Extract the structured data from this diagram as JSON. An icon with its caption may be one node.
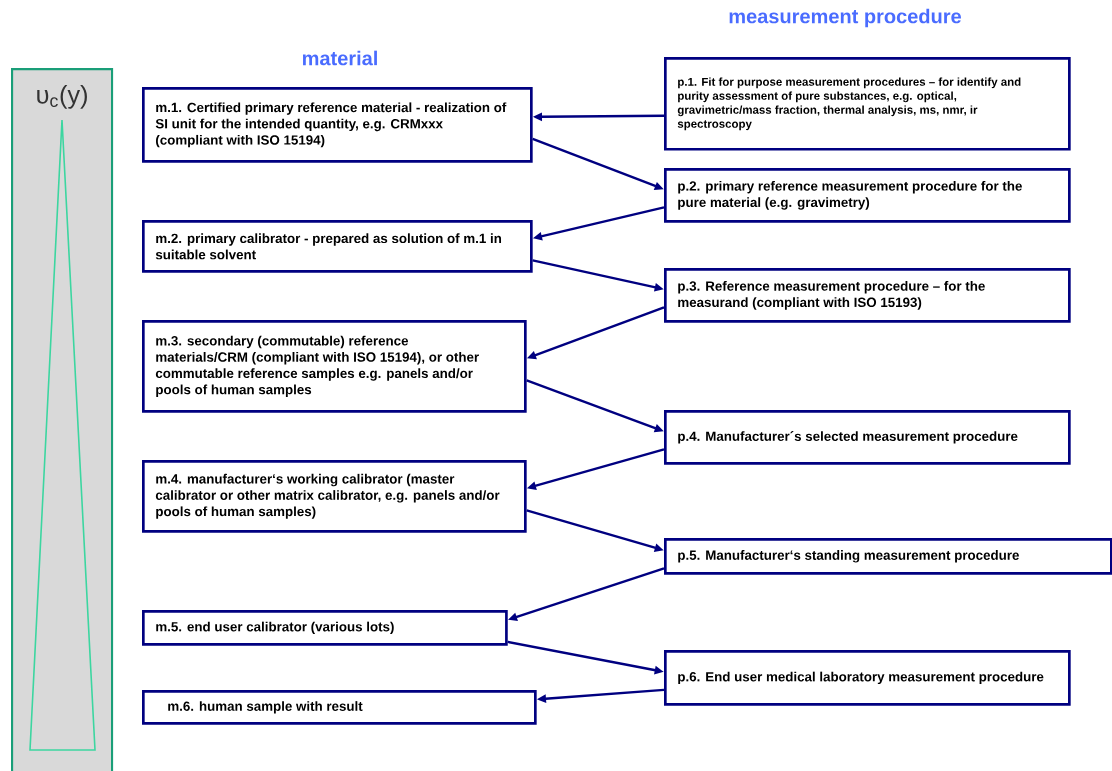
{
  "diagram": {
    "nodes": [
      {
        "text": [
          "υ$_{c}$(y)"
        ]
      },
      {
        "text": [
          "p.1. Fit for purpose measurement procedures – for identify and purity assessment of pure substances, e.g. optical, gravimetric/mass fraction, thermal analysis, ms, nmr, ir spectroscopy"
        ]
      },
      {
        "text": [
          "m.1. Certified primary reference material - realization of SI unit for the intended quantity, e.g. CRMxxx (compliant with ISO 15194)"
        ]
      },
      {
        "text": [
          "p.2. primary reference measurement procedure for the pure material (e.g. gravimetry)"
        ]
      },
      {
        "text": [
          "m.2. primary calibrator - prepared as solution of m.1 in suitable solvent"
        ]
      },
      {
        "text": [
          "p.3. Reference measurement procedure – for the measurand (compliant with ISO 15193)"
        ]
      },
      {
        "text": [
          "m.3. secondary (commutable) reference materials/CRM (compliant with ISO 15194), or other commutable reference samples e.g. panels and/or pools of human samples"
        ]
      },
      {
        "text": [
          "p.4. Manufacturer´s selected measurement procedure"
        ]
      },
      {
        "text": [
          "m.4. manufacturer‘s working calibrator (master calibrator or other matrix calibrator, e.g. panels and/or pools of human samples)"
        ]
      },
      {
        "text": [
          "p.5. Manufacturer‘s standing measurement procedure"
        ]
      },
      {
        "text": [
          "m.5. end user calibrator (various lots)"
        ]
      },
      {
        "text": [
          "p.6. End user medical laboratory measurement procedure"
        ]
      },
      {
        "text": [
          "m.6. human sample with result"
        ]
      }
    ],
    "edges": [
      {
        "from": 1,
        "to": 2,
        "arrow": "to"
      },
      {
        "from": 2,
        "to": 3,
        "arrow": "to"
      },
      {
        "from": 3,
        "to": 4,
        "arrow": "to"
      },
      {
        "from": 4,
        "to": 5,
        "arrow": "to"
      },
      {
        "from": 5,
        "to": 6,
        "arrow": "to"
      },
      {
        "from": 6,
        "to": 7,
        "arrow": "to"
      },
      {
        "from": 7,
        "to": 8,
        "arrow": "to"
      },
      {
        "from": 8,
        "to": 9,
        "arrow": "to"
      },
      {
        "from": 9,
        "to": 10,
        "arrow": "to"
      },
      {
        "from": 10,
        "to": 11,
        "arrow": "to"
      },
      {
        "from": 11,
        "to": 12,
        "arrow": "to"
      }
    ],
    "labels": [
      "measurement procedure",
      "material"
    ]
  }
}
